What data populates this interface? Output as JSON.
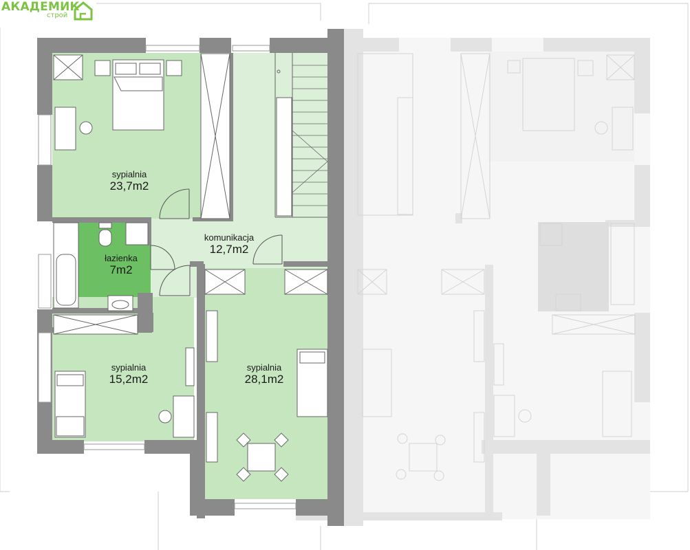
{
  "logo": {
    "main": "АКАДЕМИК",
    "sub": "строй",
    "icon": "house-logo-icon"
  },
  "rooms": [
    {
      "id": "bedroom-1",
      "name": "sypialnia",
      "area": "23,7m2"
    },
    {
      "id": "hallway",
      "name": "komunikacja",
      "area": "12,7m2"
    },
    {
      "id": "bathroom",
      "name": "łazienka",
      "area": "7m2"
    },
    {
      "id": "bedroom-2",
      "name": "sypialnia",
      "area": "15,2m2"
    },
    {
      "id": "bedroom-3",
      "name": "sypialnia",
      "area": "28,1m2"
    }
  ],
  "colors": {
    "room_fill": "#c6e6c0",
    "hall_fill": "#dcefd8",
    "bath_fill": "#6cbf62",
    "wall": "#8a8a8a",
    "mirrored_wall": "#e2e2e2",
    "mirrored_fill": "#f2f2f2",
    "line": "#555555"
  }
}
